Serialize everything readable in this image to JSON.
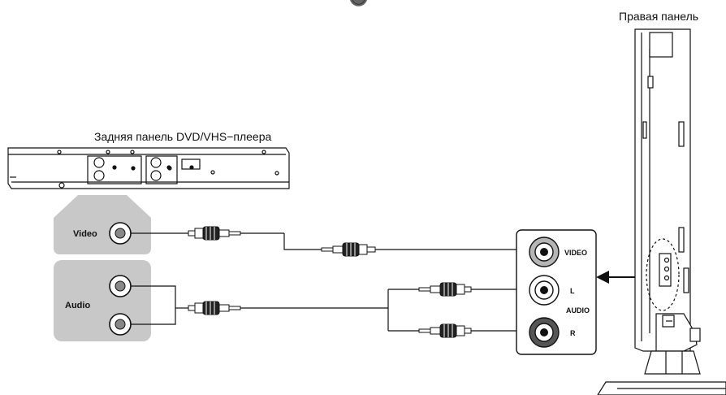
{
  "captions": {
    "right_panel": "Правая панель",
    "dvd_rear_panel": "Задняя панель DVD/VHS−плеера"
  },
  "source_jacks": {
    "video_label": "Video",
    "audio_label": "Audio"
  },
  "tv_jacks": {
    "video": "VIDEO",
    "left": "L",
    "audio": "AUDIO",
    "right": "R"
  },
  "colors": {
    "line": "#111111",
    "highlight_gray": "#c8c8c8",
    "jack_center": "#888888",
    "jack_ring_light": "#b5b5b5",
    "jack_ring_dark": "#555555"
  }
}
